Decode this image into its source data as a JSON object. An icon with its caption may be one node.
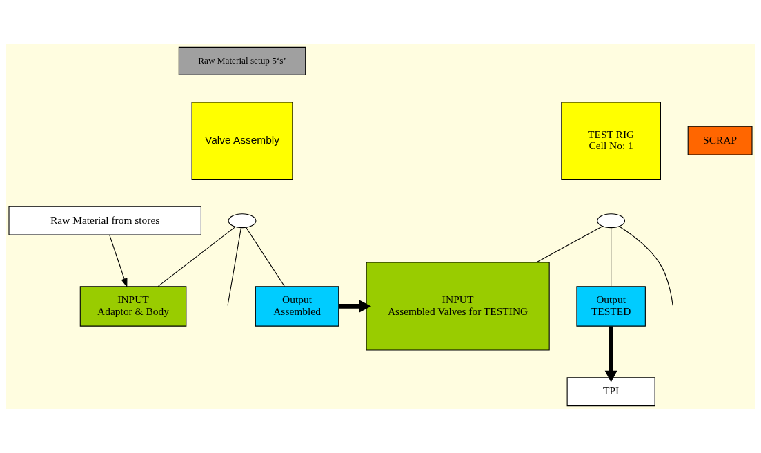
{
  "diagram": {
    "nodes": [
      {
        "text": [
          "Raw Material setup 5‘s’"
        ]
      },
      {
        "text": [
          "Valve Assembly"
        ]
      },
      {
        "text": [
          "SCRAP"
        ]
      },
      {
        "text": [],
        "shape": "ellipse"
      },
      {
        "text": [
          "INPUT",
          "Adaptor & Body"
        ]
      },
      {
        "text": [
          "Output",
          "Assembled"
        ]
      },
      {
        "text": [
          "TEST RIG",
          "Cell No: 1"
        ]
      },
      {
        "text": [],
        "shape": "ellipse"
      },
      {
        "text": [
          "INPUT",
          "Assembled Valves for TESTING"
        ]
      },
      {
        "text": [
          "Output",
          "TESTED"
        ]
      },
      {
        "text": [
          "Raw Material from stores"
        ]
      },
      {
        "text": [
          "TPI"
        ]
      }
    ],
    "edges": [
      {
        "from": 3,
        "to": 4,
        "arrow": "none"
      },
      {
        "from": 3,
        "to": null,
        "arrow": "none"
      },
      {
        "from": 3,
        "to": 5,
        "arrow": "none"
      },
      {
        "from": 5,
        "to": 8,
        "arrow": "to",
        "style": "thick"
      },
      {
        "from": 10,
        "to": 4,
        "arrow": "to"
      },
      {
        "from": 7,
        "to": 8,
        "arrow": "none"
      },
      {
        "from": 7,
        "to": null,
        "arrow": "none"
      },
      {
        "from": 7,
        "to": 9,
        "arrow": "none"
      },
      {
        "from": 9,
        "to": 11,
        "arrow": "to",
        "style": "thick"
      }
    ]
  }
}
